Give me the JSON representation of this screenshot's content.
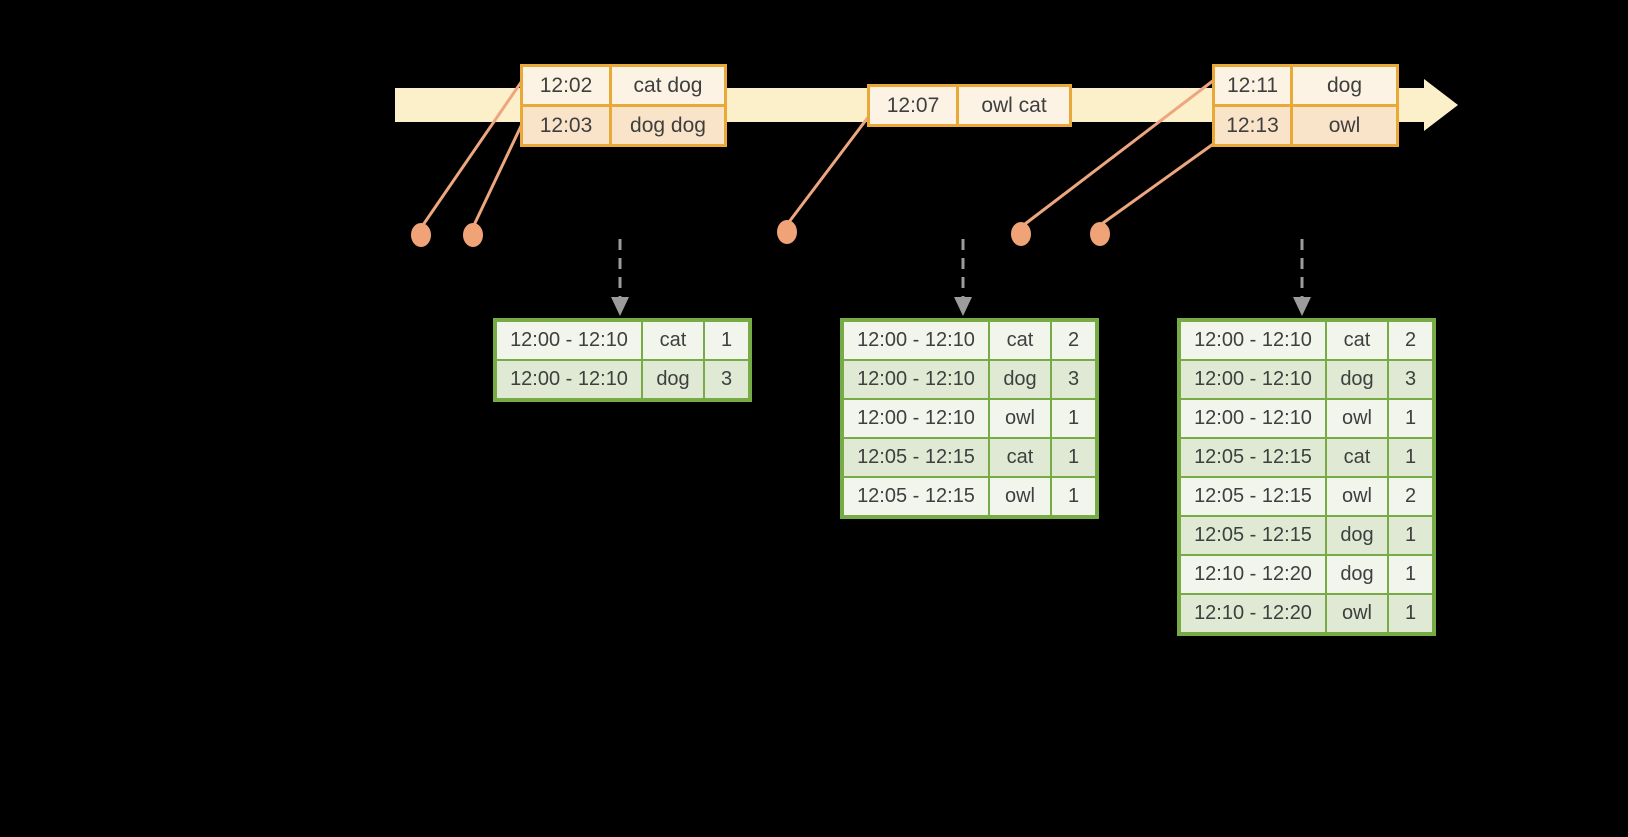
{
  "colors": {
    "canvas-bg": "#000000",
    "timeline-fill": "#FCF0CB",
    "event-border": "#E9A938",
    "event-row-dark": "#FAE4C9",
    "event-row-light": "#FCF3E5",
    "connector": "#EDA67E",
    "dot-fill": "#F0A377",
    "trigger-arrow": "#9C9C9C",
    "result-border": "#76AB46",
    "result-row-dark": "#DFE9D3",
    "result-row-light": "#F2F5EC",
    "table-text": "#3F3F3F"
  },
  "timeline": {
    "event_tables": [
      {
        "rows": [
          {
            "time": "12:02",
            "words": "cat dog"
          },
          {
            "time": "12:03",
            "words": "dog dog"
          }
        ]
      },
      {
        "rows": [
          {
            "time": "12:07",
            "words": "owl cat"
          }
        ]
      },
      {
        "rows": [
          {
            "time": "12:11",
            "words": "dog"
          },
          {
            "time": "12:13",
            "words": "owl"
          }
        ]
      }
    ]
  },
  "result_tables": [
    {
      "rows": [
        {
          "window": "12:00 - 12:10",
          "word": "cat",
          "count": "1"
        },
        {
          "window": "12:00 - 12:10",
          "word": "dog",
          "count": "3"
        }
      ]
    },
    {
      "rows": [
        {
          "window": "12:00 - 12:10",
          "word": "cat",
          "count": "2"
        },
        {
          "window": "12:00 - 12:10",
          "word": "dog",
          "count": "3"
        },
        {
          "window": "12:00 - 12:10",
          "word": "owl",
          "count": "1"
        },
        {
          "window": "12:05 - 12:15",
          "word": "cat",
          "count": "1"
        },
        {
          "window": "12:05 - 12:15",
          "word": "owl",
          "count": "1"
        }
      ]
    },
    {
      "rows": [
        {
          "window": "12:00 - 12:10",
          "word": "cat",
          "count": "2"
        },
        {
          "window": "12:00 - 12:10",
          "word": "dog",
          "count": "3"
        },
        {
          "window": "12:00 - 12:10",
          "word": "owl",
          "count": "1"
        },
        {
          "window": "12:05 - 12:15",
          "word": "cat",
          "count": "1"
        },
        {
          "window": "12:05 - 12:15",
          "word": "owl",
          "count": "2"
        },
        {
          "window": "12:05 - 12:15",
          "word": "dog",
          "count": "1"
        },
        {
          "window": "12:10 - 12:20",
          "word": "dog",
          "count": "1"
        },
        {
          "window": "12:10 - 12:20",
          "word": "owl",
          "count": "1"
        }
      ]
    }
  ]
}
